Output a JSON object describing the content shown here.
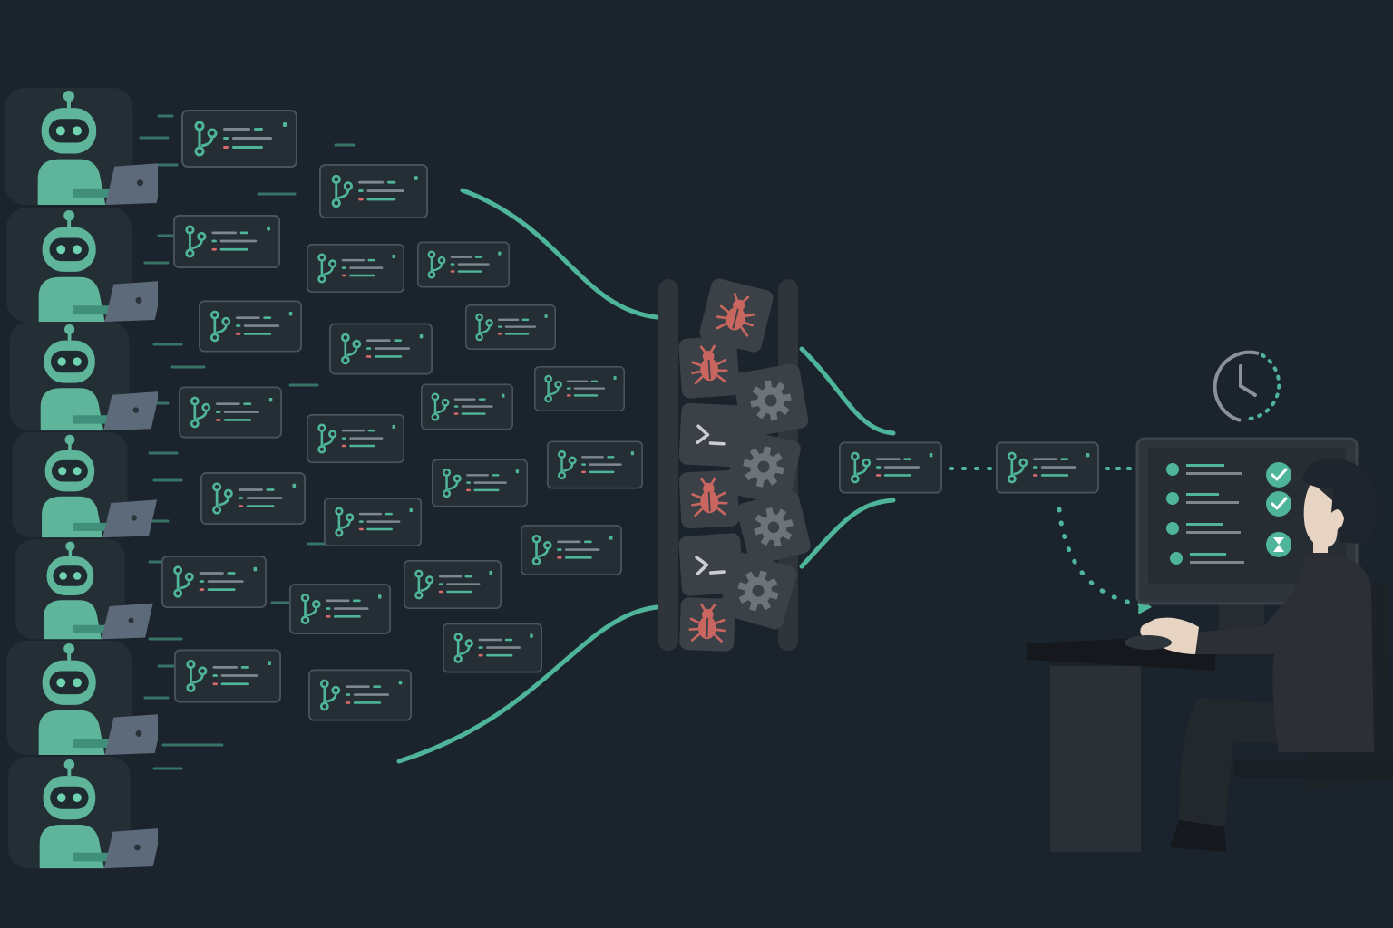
{
  "colors": {
    "background": "#1b242c",
    "robot": "#5fb59a",
    "robot_dark": "#3f8f7a",
    "robot_face": "#1f2a31",
    "robot_eye": "#6fd3b0",
    "card_bg": "#262e35",
    "card_border": "#4a545c",
    "accent": "#4fb59a",
    "line_gray": "#7f8890",
    "deletion": "#d86a6a",
    "bug": "#c8665f",
    "gear": "#6d7378",
    "tile_bg": "#3b4147",
    "rail": "#2f353b",
    "monitor": "#2e353b",
    "desk": "#15191d",
    "person": "#2c3036",
    "hair": "#1f252c",
    "skin": "#e8d4c3",
    "clock": "#8a9198"
  },
  "agents": {
    "count": 7,
    "icon": "robot-with-laptop-icon"
  },
  "pull_requests": {
    "count": 27,
    "icon": "git-branch-icon"
  },
  "filter": {
    "tiles": [
      "bug-icon",
      "bug-icon",
      "gear-icon",
      "terminal-icon",
      "gear-icon",
      "bug-icon",
      "gear-icon",
      "terminal-icon",
      "gear-icon",
      "bug-icon"
    ]
  },
  "reviewer": {
    "queue": [
      "git-branch-icon",
      "git-branch-icon"
    ],
    "checklist": [
      "check-icon",
      "check-icon",
      "hourglass-icon",
      "none"
    ],
    "clock_icon": "clock-icon"
  }
}
